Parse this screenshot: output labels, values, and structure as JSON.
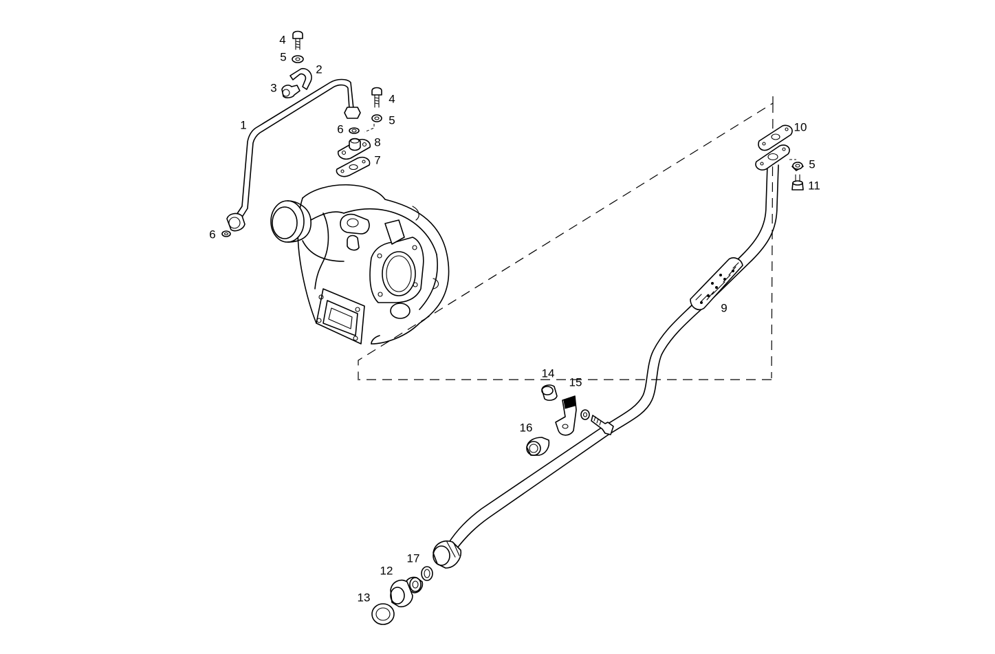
{
  "labels": {
    "l1": "1",
    "l2": "2",
    "l3": "3",
    "l4a": "4",
    "l4b": "4",
    "l5a": "5",
    "l5b": "5",
    "l5c": "5",
    "l6a": "6",
    "l6b": "6",
    "l7": "7",
    "l8": "8",
    "l9": "9",
    "l10": "10",
    "l11": "11",
    "l12": "12",
    "l13": "13",
    "l14": "14",
    "l15": "15",
    "l16": "16",
    "l17": "17"
  },
  "colors": {
    "line": "#000000",
    "background": "#ffffff"
  }
}
